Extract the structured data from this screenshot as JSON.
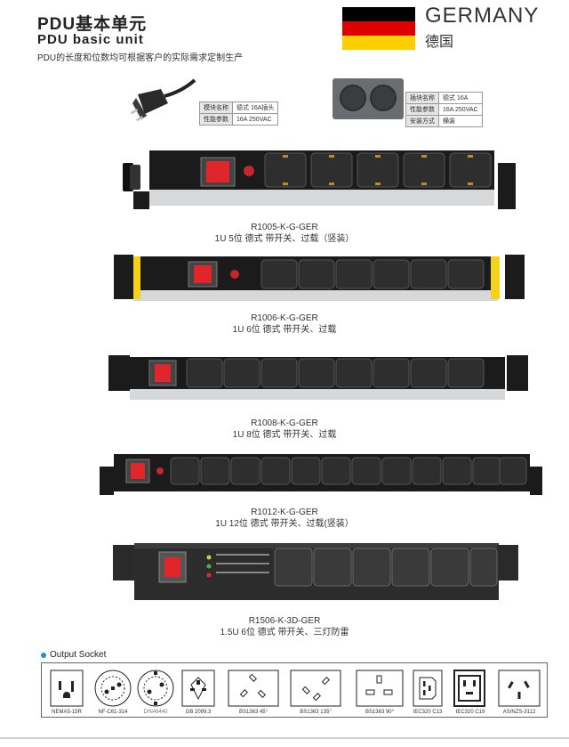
{
  "header": {
    "title_cn": "PDU基本单元",
    "title_en": "PDU basic unit",
    "subtitle": "PDU的长度和位数均可根据客户的实际需求定制生产",
    "country_en": "GERMANY",
    "country_cn": "德国"
  },
  "plug_spec": {
    "rows": [
      {
        "k": "模块名称",
        "v": "德式 16A插头"
      },
      {
        "k": "性能参数",
        "v": "16A 250VAC"
      }
    ]
  },
  "socket_spec": {
    "rows": [
      {
        "k": "插块名称",
        "v": "德式 16A"
      },
      {
        "k": "性能参数",
        "v": "16A 250VAC"
      },
      {
        "k": "安装方式",
        "v": "横装"
      }
    ]
  },
  "products": [
    {
      "model": "R1005-K-G-GER",
      "desc": "1U 5位 德式 带开关、过载（竖装）"
    },
    {
      "model": "R1006-K-G-GER",
      "desc": "1U 6位 德式 带开关、过载"
    },
    {
      "model": "R1008-K-G-GER",
      "desc": "1U 8位 德式 带开关、过载"
    },
    {
      "model": "R1012-K-G-GER",
      "desc": "1U 12位 德式 带开关、过载(竖装）"
    },
    {
      "model": "R1506-K-3D-GER",
      "desc": "1.5U 6位 德式 带开关、三灯防雷"
    }
  ],
  "output_socket": {
    "title": "Output Socket",
    "items": [
      {
        "label": "NEMA5-15R",
        "icon": "nema-socket-icon"
      },
      {
        "label": "NF-C61-314",
        "icon": "french-socket-icon"
      },
      {
        "label": "DIN49440",
        "icon": "schuko-socket-icon"
      },
      {
        "label": "GB 2099.3",
        "icon": "gb-socket-icon"
      },
      {
        "label": "BS1363 45°",
        "icon": "bs-45-socket-icon"
      },
      {
        "label": "BS1363 135°",
        "icon": "bs-135-socket-icon"
      },
      {
        "label": "BS1363 90°",
        "icon": "bs-90-socket-icon"
      },
      {
        "label": "IEC320 C13",
        "icon": "c13-socket-icon"
      },
      {
        "label": "IEC320 C19",
        "icon": "c19-socket-icon"
      },
      {
        "label": "AS/NZS-3112",
        "icon": "as-nzs-socket-icon"
      }
    ]
  },
  "colors": {
    "flag_black": "#000000",
    "flag_red": "#dd0000",
    "flag_gold": "#ffce00",
    "accent_blue": "#1a8fe0",
    "switch_red": "#e0262a",
    "yellow_end": "#f2d21a"
  }
}
